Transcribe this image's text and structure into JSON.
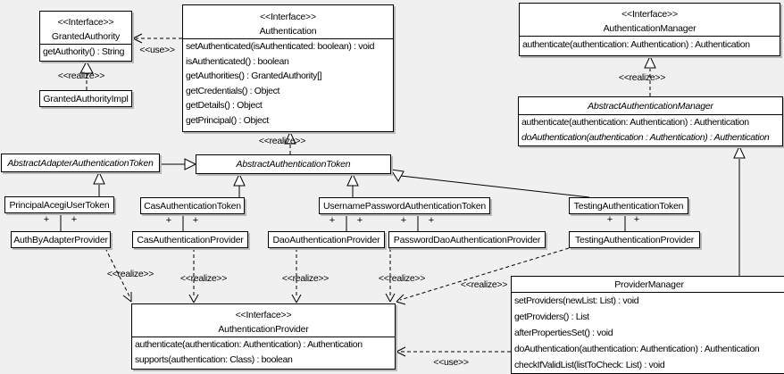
{
  "colors": {
    "background": "#f0f0f0",
    "node_fill": "#ffffff",
    "line": "#000000",
    "shadow": "#b9b9b9"
  },
  "labels": {
    "realize": "<<realize>>",
    "use": "<<use>>",
    "plus": "+"
  },
  "classes": {
    "granted_authority": {
      "stereotype": "<<Interface>>",
      "name": "GrantedAuthority",
      "methods": [
        "getAuthority() : String"
      ]
    },
    "granted_authority_impl": {
      "name": "GrantedAuthorityImpl"
    },
    "authentication": {
      "stereotype": "<<Interface>>",
      "name": "Authentication",
      "methods": [
        "setAuthenticated(isAuthenticated: boolean) : void",
        "isAuthenticated() : boolean",
        "getAuthorities() : GrantedAuthority[]",
        "getCredentials() : Object",
        "getDetails() : Object",
        "getPrincipal() : Object"
      ]
    },
    "authentication_manager": {
      "stereotype": "<<Interface>>",
      "name": "AuthenticationManager",
      "methods": [
        "authenticate(authentication: Authentication) : Authentication"
      ]
    },
    "abstract_authentication_manager": {
      "name": "AbstractAuthenticationManager",
      "methods": [
        "authenticate(authentication: Authentication) : Authentication",
        "doAuthentication(authentication : Authentication) : Authentication"
      ]
    },
    "abstract_adapter_authentication_token": {
      "name": "AbstractAdapterAuthenticationToken"
    },
    "abstract_authentication_token": {
      "name": "AbstractAuthenticationToken"
    },
    "principal_acegi_user_token": {
      "name": "PrincipalAcegiUserToken"
    },
    "cas_authentication_token": {
      "name": "CasAuthenticationToken"
    },
    "username_password_authentication_token": {
      "name": "UsernamePasswordAuthenticationToken"
    },
    "testing_authentication_token": {
      "name": "TestingAuthenticationToken"
    },
    "auth_by_adapter_provider": {
      "name": "AuthByAdapterProvider"
    },
    "cas_authentication_provider": {
      "name": "CasAuthenticationProvider"
    },
    "dao_authentication_provider": {
      "name": "DaoAuthenticationProvider"
    },
    "password_dao_authentication_provider": {
      "name": "PasswordDaoAuthenticationProvider"
    },
    "testing_authentication_provider": {
      "name": "TestingAuthenticationProvider"
    },
    "authentication_provider": {
      "stereotype": "<<Interface>>",
      "name": "AuthenticationProvider",
      "methods": [
        "authenticate(authentication: Authentication) : Authentication",
        "supports(authentication: Class) : boolean"
      ]
    },
    "provider_manager": {
      "name": "ProviderManager",
      "methods": [
        "setProviders(newList: List) : void",
        "getProviders() : List",
        "afterPropertiesSet() : void",
        "doAuthentication(authentication: Authentication) : Authentication",
        "checkIfValidList(listToCheck: List) : void"
      ]
    }
  }
}
